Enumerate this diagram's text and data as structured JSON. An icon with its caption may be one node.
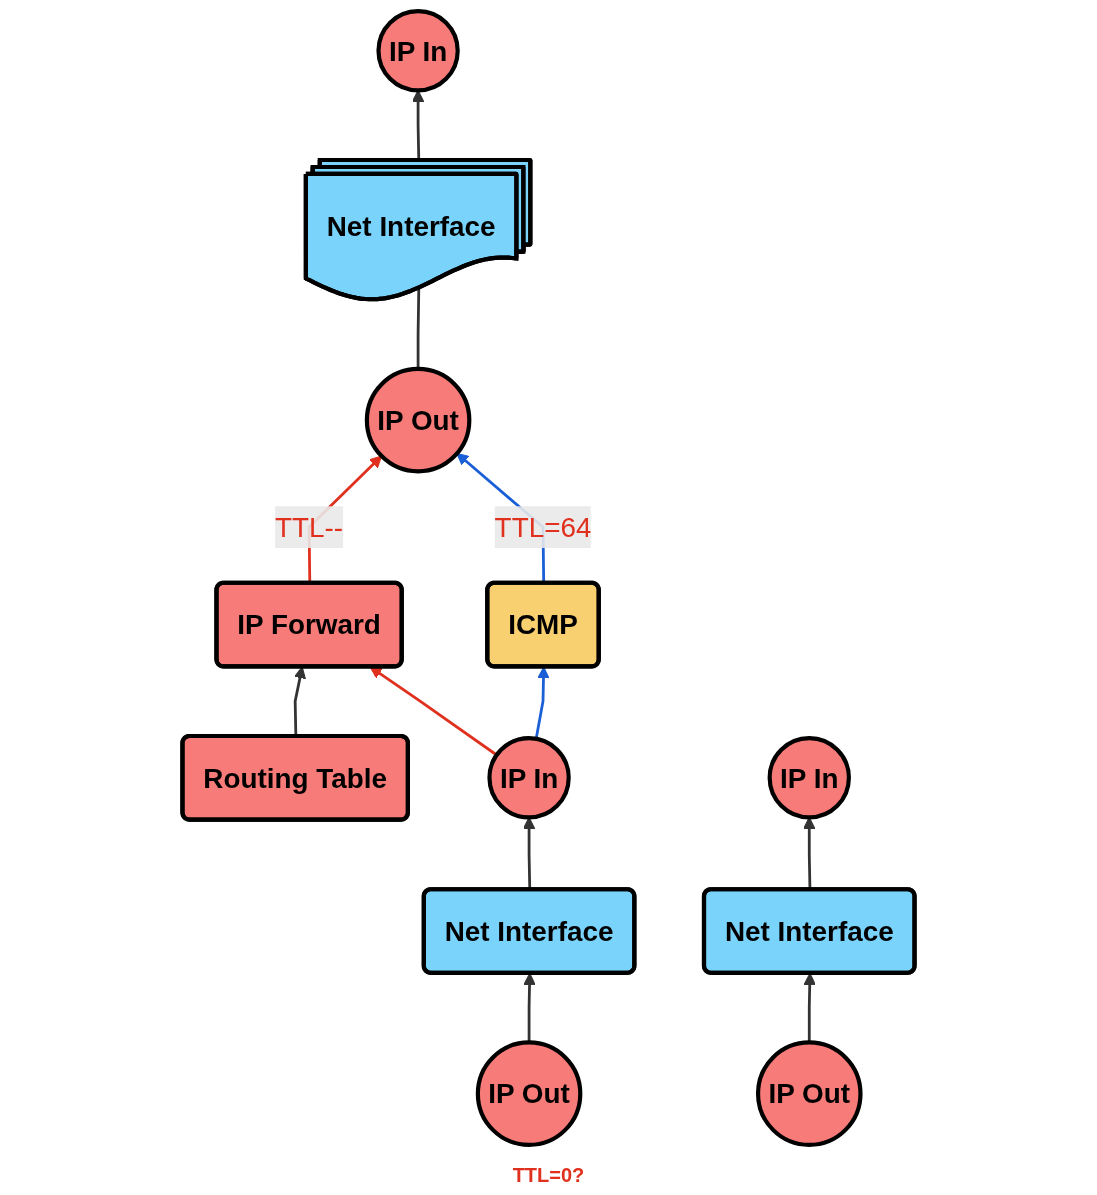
{
  "diagram": {
    "nodes": [
      {
        "text": [
          "ICMP"
        ]
      },
      {
        "text": [
          "Routing Table"
        ]
      },
      {
        "text": [
          "IP Forward"
        ]
      },
      {
        "text": [
          "IP In"
        ]
      },
      {
        "text": [
          "IP Out"
        ]
      },
      {
        "text": [
          "IP In"
        ]
      },
      {
        "text": [
          "IP Out"
        ]
      },
      {
        "text": [
          "IP In"
        ]
      },
      {
        "text": [
          "IP Out"
        ]
      },
      {
        "text": [
          "Net Interface"
        ]
      },
      {
        "text": [
          "Net Interface"
        ]
      },
      {
        "text": [
          "Net Interface"
        ]
      }
    ],
    "edges": [
      {
        "from": 3,
        "to": 0,
        "arrow": "to",
        "color": "#1a5fd6"
      },
      {
        "from": 0,
        "to": 8,
        "arrow": "to",
        "label": "TTL=64",
        "color": "#1a5fd6"
      },
      {
        "from": 1,
        "to": 2,
        "arrow": "to"
      },
      {
        "from": 3,
        "to": 2,
        "arrow": "to",
        "color": "#e0301e"
      },
      {
        "from": 2,
        "to": 8,
        "arrow": "to",
        "label": "TTL--",
        "color": "#e0301e"
      },
      {
        "from": 9,
        "to": 3,
        "arrow": "to"
      },
      {
        "from": 4,
        "to": 9,
        "arrow": "to"
      },
      {
        "from": 10,
        "to": 5,
        "arrow": "to"
      },
      {
        "from": 6,
        "to": 10,
        "arrow": "to"
      },
      {
        "from": 11,
        "to": 7,
        "arrow": "to"
      },
      {
        "from": 8,
        "to": 11,
        "arrow": "none"
      }
    ],
    "labels": [
      "TTL=0?"
    ]
  }
}
